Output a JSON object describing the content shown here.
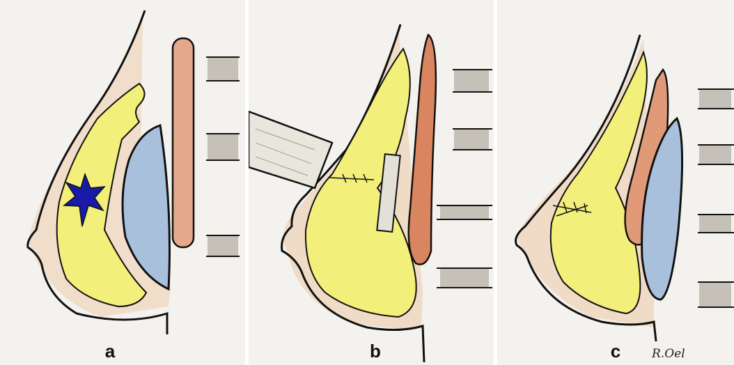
{
  "figure": {
    "panels": [
      {
        "id": "a",
        "label": "a"
      },
      {
        "id": "b",
        "label": "b"
      },
      {
        "id": "c",
        "label": "c"
      }
    ],
    "artist_signature": "R.Oel"
  },
  "colors": {
    "paper": "#f4f2ee",
    "outline": "#111111",
    "gland_yellow": "#f2ef7a",
    "skin_peach": "#e8b98a",
    "muscle_red": "#d9855f",
    "implant_blue": "#a9c0dc",
    "tumor_blue": "#1a1aa8",
    "rib_gray": "#9a948a"
  }
}
